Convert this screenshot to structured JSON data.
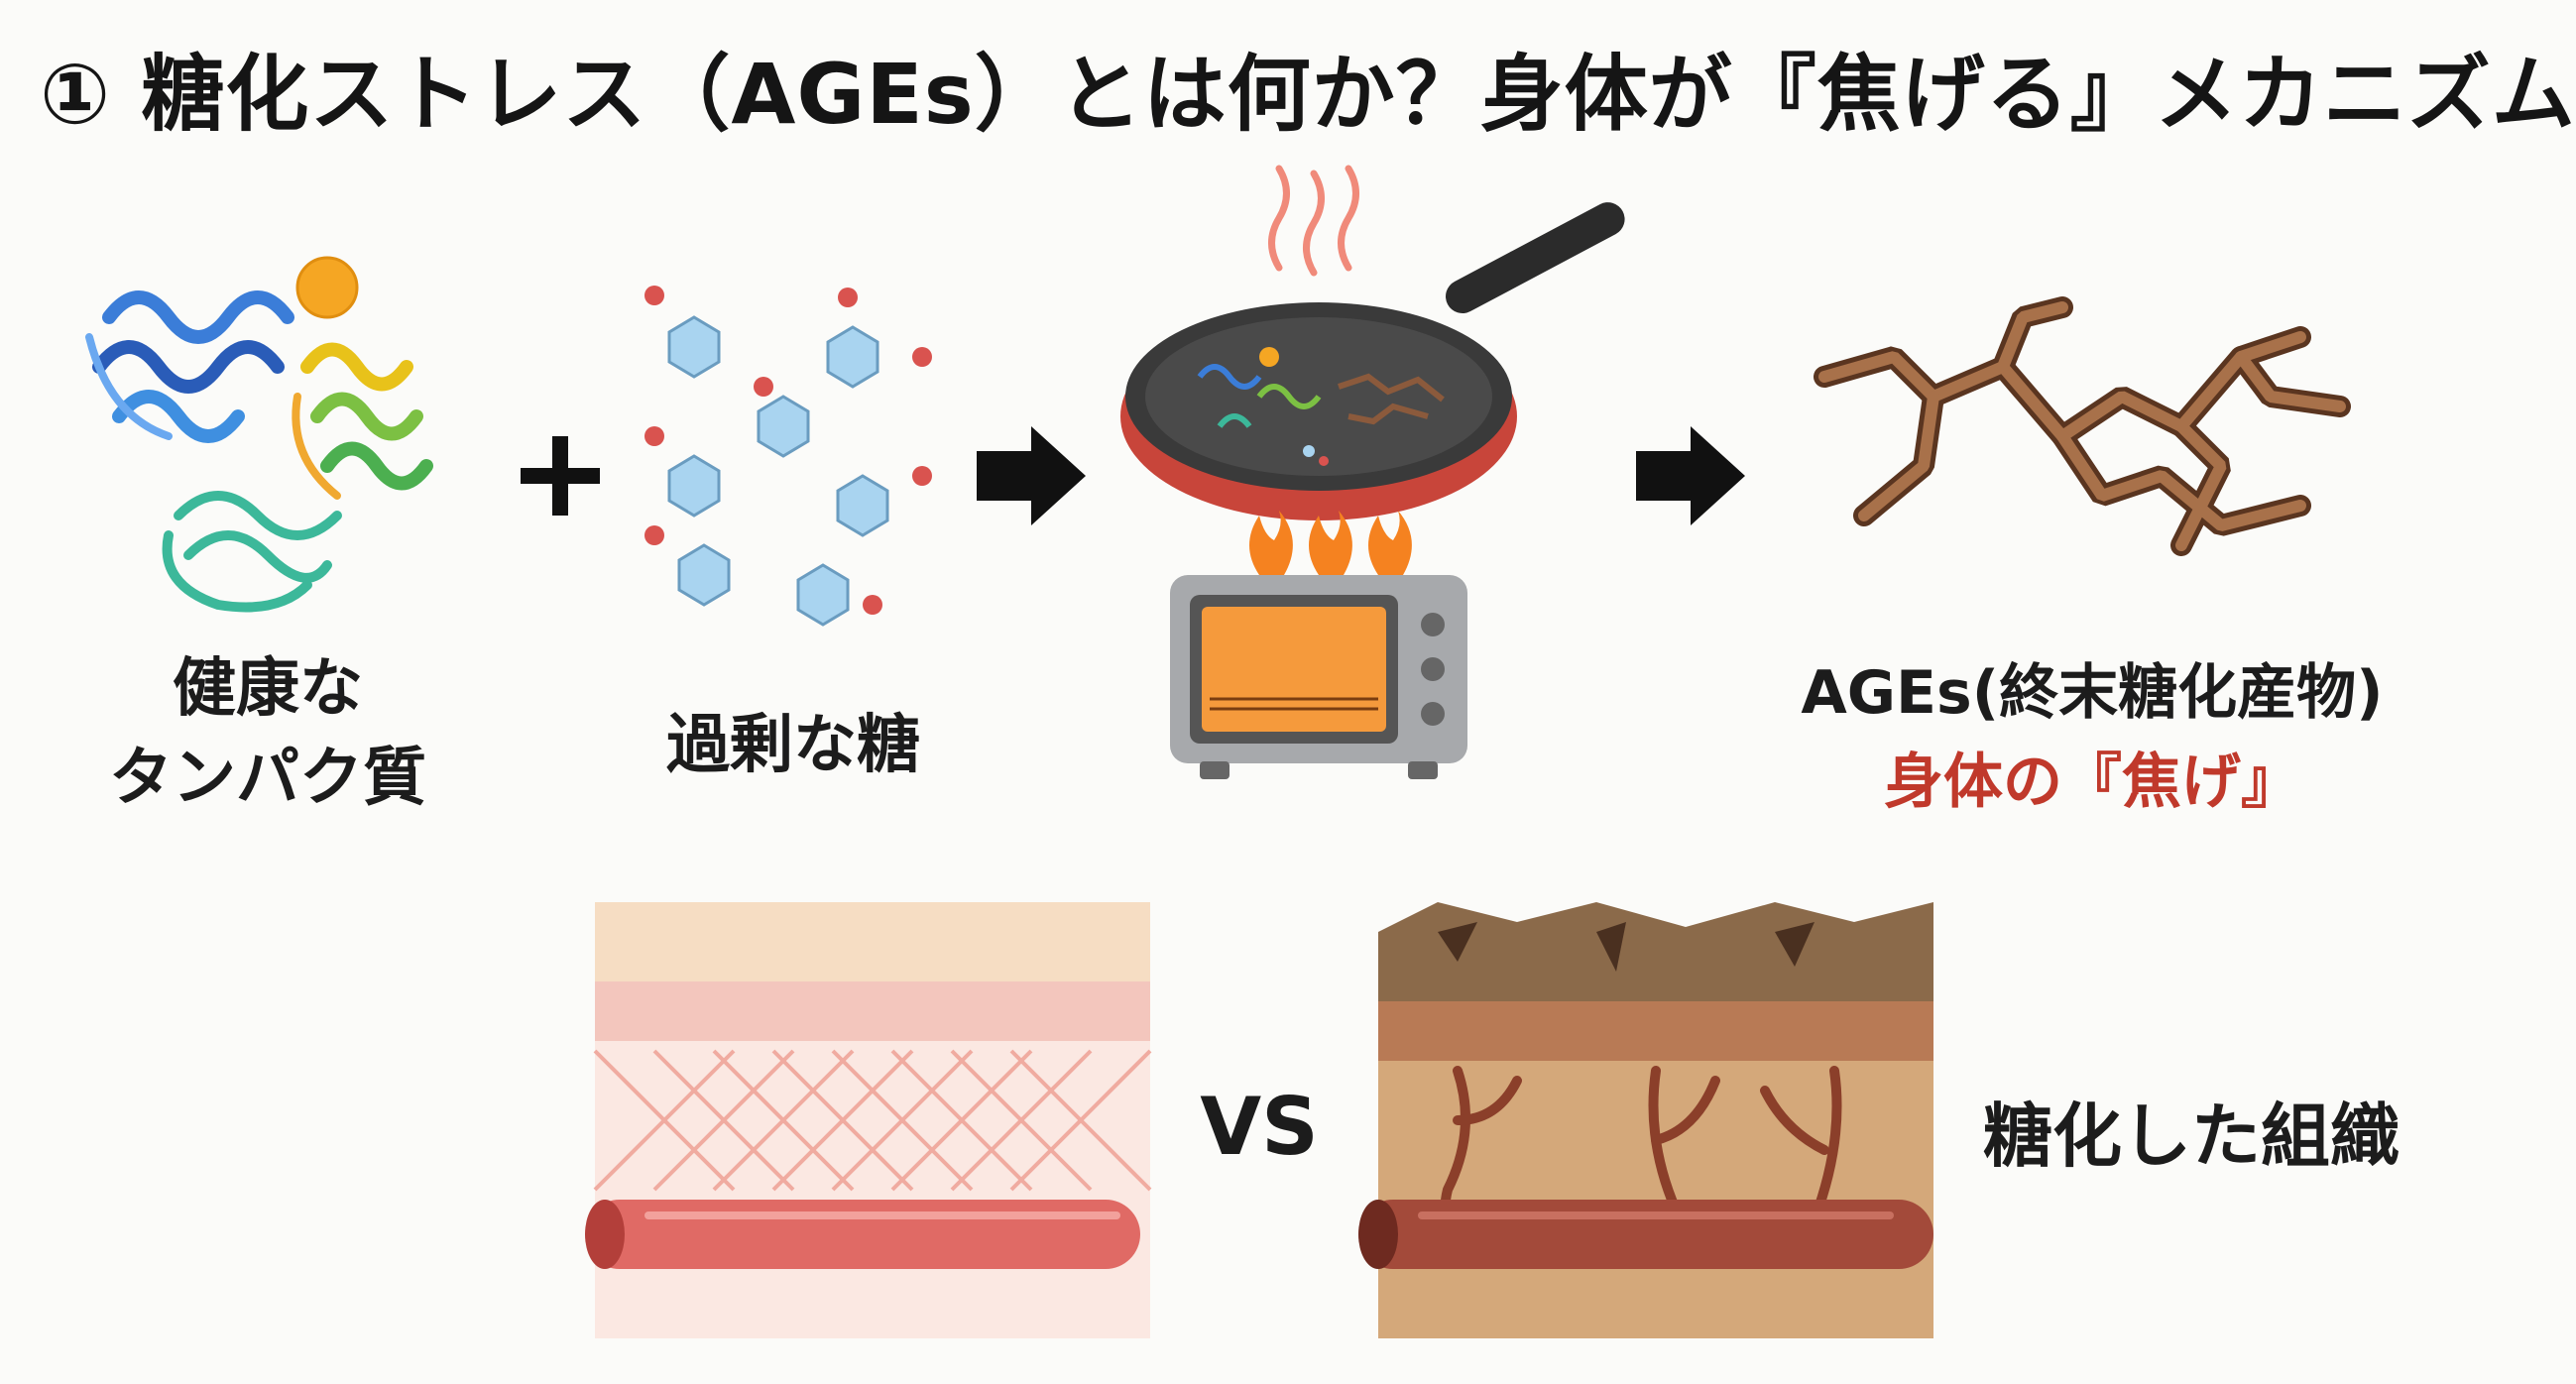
{
  "title": "① 糖化ストレス（AGEs）とは何か？身体が『焦げる』メカニズム",
  "step1": {
    "label_line1": "健康な",
    "label_line2": "タンパク質"
  },
  "step2": {
    "label": "過剰な糖"
  },
  "result": {
    "label": "AGEs(終末糖化産物)",
    "sub_label": "身体の『焦げ』"
  },
  "comparison": {
    "vs_label": "VS",
    "right_label": "糖化した組織"
  },
  "colors": {
    "accent_red": "#c0392b",
    "pan_red": "#c8453a",
    "burnt_brown": "#8b5a3c"
  }
}
